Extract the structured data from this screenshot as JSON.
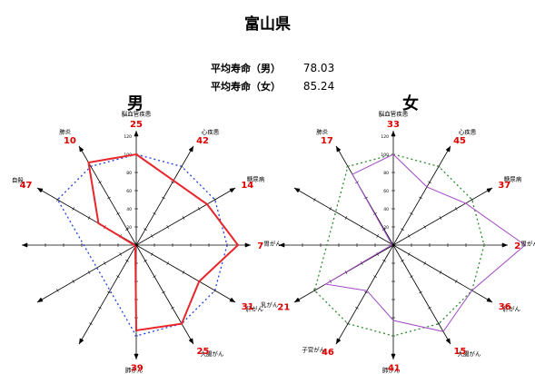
{
  "title": "富山県",
  "life_expectancy": [
    {
      "label": "平均寿命（男）",
      "value": "78.03"
    },
    {
      "label": "平均寿命（女）",
      "value": "85.24"
    }
  ],
  "colors": {
    "male_line": "#e8262b",
    "female_line": "#a24bc6",
    "male_ref": "#1f3fe0",
    "female_ref": "#2e8b2e",
    "rank": "#e00000"
  },
  "chart_data": [
    {
      "type": "radar",
      "title": "男",
      "axis_ticks": [
        "120",
        "100",
        "80",
        "60",
        "40",
        "20"
      ],
      "rlim": [
        0,
        120
      ],
      "axes": [
        {
          "name": "脳血管疾患",
          "rank": "25",
          "value": 100
        },
        {
          "name": "心疾患",
          "rank": "42",
          "value": 82
        },
        {
          "name": "糖尿病",
          "rank": "14",
          "value": 90
        },
        {
          "name": "胃がん",
          "rank": "7",
          "value": 112
        },
        {
          "name": "肝がん",
          "rank": "31",
          "value": 80
        },
        {
          "name": "大腸がん",
          "rank": "25",
          "value": 100
        },
        {
          "name": "肺がん",
          "rank": "39",
          "value": 94
        },
        {
          "name": "",
          "rank": "",
          "value": 2
        },
        {
          "name": "",
          "rank": "",
          "value": 2
        },
        {
          "name": "",
          "rank": "",
          "value": 2
        },
        {
          "name": "自殺",
          "rank": "47",
          "value": 48
        },
        {
          "name": "肺炎",
          "rank": "10",
          "value": 105
        }
      ],
      "reference": [
        100,
        100,
        100,
        100,
        100,
        100,
        100,
        null,
        null,
        null,
        100,
        100
      ]
    },
    {
      "type": "radar",
      "title": "女",
      "axis_ticks": [
        "120",
        "100",
        "80",
        "60",
        "40",
        "20"
      ],
      "rlim": [
        0,
        120
      ],
      "axes": [
        {
          "name": "脳血管疾患",
          "rank": "33",
          "value": 100
        },
        {
          "name": "心疾患",
          "rank": "45",
          "value": 74
        },
        {
          "name": "糖尿病",
          "rank": "37",
          "value": 92
        },
        {
          "name": "胃がん",
          "rank": "2",
          "value": 145
        },
        {
          "name": "肝がん",
          "rank": "36",
          "value": 100
        },
        {
          "name": "大腸がん",
          "rank": "15",
          "value": 110
        },
        {
          "name": "肺がん",
          "rank": "41",
          "value": 83
        },
        {
          "name": "子宮がん",
          "rank": "46",
          "value": 58
        },
        {
          "name": "乳がん",
          "rank": "21",
          "value": 86
        },
        {
          "name": "",
          "rank": "",
          "value": 2
        },
        {
          "name": "",
          "rank": "",
          "value": 2
        },
        {
          "name": "肺炎",
          "rank": "17",
          "value": 90
        }
      ],
      "reference": [
        100,
        100,
        100,
        100,
        100,
        100,
        100,
        100,
        100,
        null,
        null,
        100
      ]
    }
  ]
}
